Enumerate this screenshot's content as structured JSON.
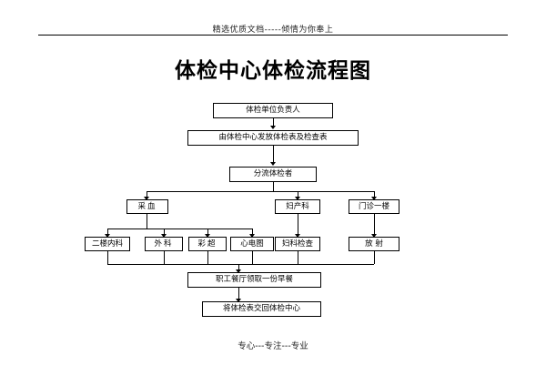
{
  "page": {
    "header_note": "精选优质文档-----倾情为你奉上",
    "title": "体检中心体检流程图",
    "footer_note": "专心---专注---专业"
  },
  "flowchart": {
    "nodes": [
      {
        "id": "n1",
        "label": "体检单位负责人"
      },
      {
        "id": "n2",
        "label": "由体检中心发放体检表及检查表"
      },
      {
        "id": "n3",
        "label": "分流体检者"
      },
      {
        "id": "n4",
        "label": "采血"
      },
      {
        "id": "n5",
        "label": "妇产科"
      },
      {
        "id": "n6",
        "label": "门诊一楼"
      },
      {
        "id": "n7",
        "label": "二楼内科"
      },
      {
        "id": "n8",
        "label": "外科"
      },
      {
        "id": "n9",
        "label": "彩超"
      },
      {
        "id": "n10",
        "label": "心电图"
      },
      {
        "id": "n11",
        "label": "妇科检查"
      },
      {
        "id": "n12",
        "label": "放 射"
      },
      {
        "id": "n13",
        "label": "职工餐厅领取一份早餐"
      },
      {
        "id": "n14",
        "label": "将体检表交回体检中心"
      }
    ]
  }
}
